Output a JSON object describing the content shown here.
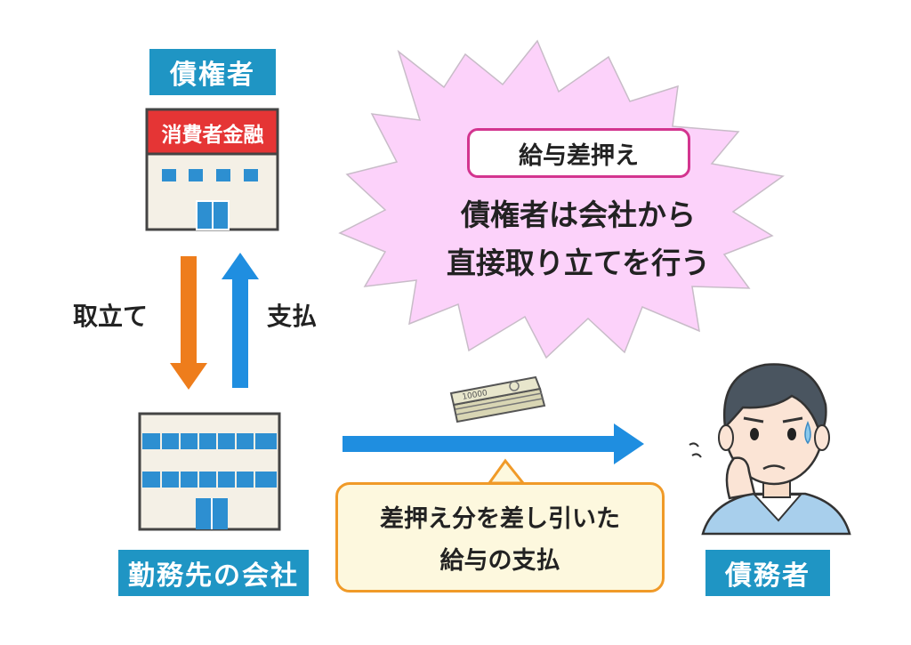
{
  "creditor": {
    "label": "債権者",
    "building_sign": "消費者金融"
  },
  "employer": {
    "label": "勤務先の会社"
  },
  "debtor": {
    "label": "債務者"
  },
  "arrows": {
    "collect_label": "取立て",
    "pay_label": "支払"
  },
  "burst": {
    "title": "給与差押え",
    "line1": "債権者は会社から",
    "line2": "直接取り立てを行う"
  },
  "note": {
    "line1": "差押え分を差し引いた",
    "line2": "給与の支払"
  },
  "money": {
    "denomination": "10000"
  },
  "colors": {
    "label_bg": "#1f95c4",
    "burst_fill": "#fcd2fa",
    "burst_border": "#d3358f",
    "collect_arrow": "#ee7d1c",
    "pay_arrow": "#1f8ee0",
    "note_border": "#f09a28",
    "note_fill": "#fdf8de",
    "sign_red": "#e53535"
  }
}
